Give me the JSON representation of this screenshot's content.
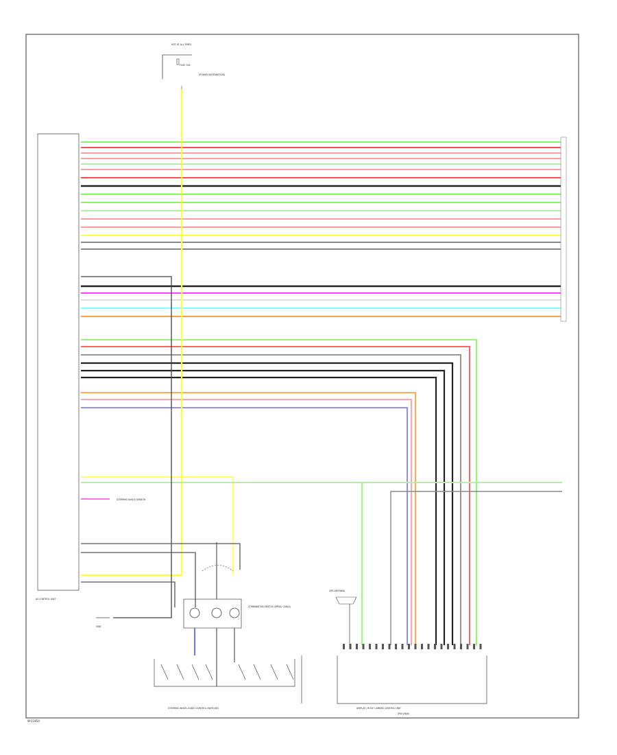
{
  "colors": {
    "border": "#333333",
    "green": "#7CFC5A",
    "red": "#FF5050",
    "pink": "#FF9C9C",
    "black": "#222222",
    "gray": "#888888",
    "lightgreen": "#B0F0A0",
    "yellow": "#FFFF40",
    "yellowgreen": "#C8F050",
    "purple": "#FF40FF",
    "cyan": "#80FFFF",
    "orange": "#FFA040",
    "blue": "#8080FF",
    "pinkgreen": "#C0F080",
    "white": "#DDDDDD"
  },
  "labels": {
    "fuse_title": "HOT AT ALL TIMES",
    "fuse_name": "FUSE 15A",
    "fuse_note": "(POWER DISTRIBUTION)",
    "control_unit": "AV CONTROL UNIT",
    "combination_switch": "COMBINATION SWITCH (SPIRAL CABLE)",
    "steering_buttons": "STEERING WHEEL AUDIO CONTROL SWITCHES",
    "display_unit": "DISPLAY / ROOF CAMERA CONTROL UNIT",
    "display_unit_sub": "(PIN VIEW)",
    "antenna": "GPS ANTENNA",
    "steering_angle": "STEERING ANGLE SENSOR",
    "ground": "GND",
    "page_id": "W-11654"
  }
}
